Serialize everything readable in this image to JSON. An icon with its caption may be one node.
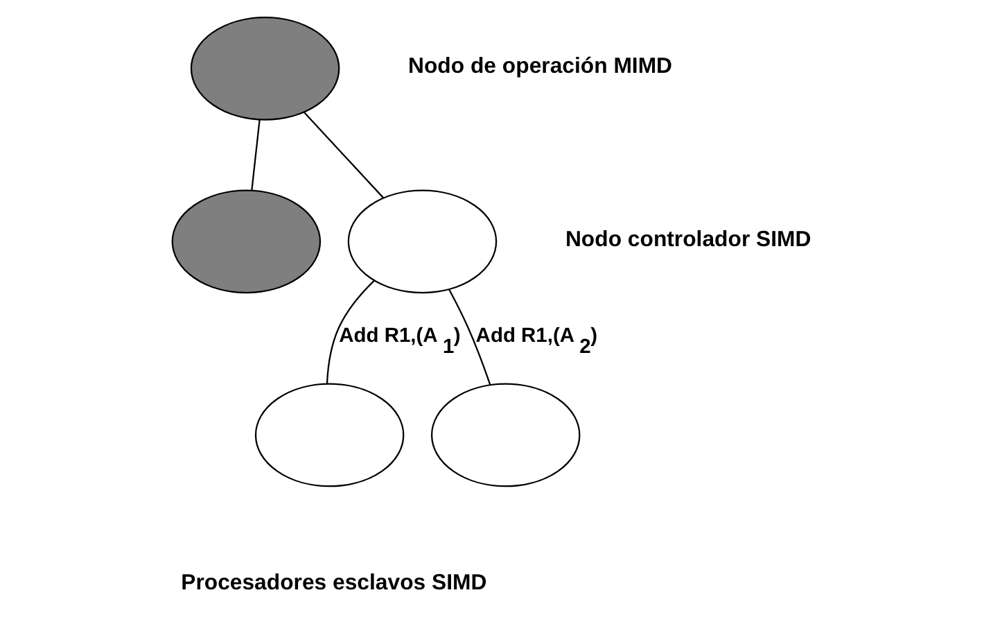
{
  "diagram": {
    "nodes": [
      {
        "text": [],
        "shape": "ellipse",
        "beside": [
          "Nodo de operación MIMD"
        ]
      },
      {
        "text": [],
        "shape": "ellipse"
      },
      {
        "text": [],
        "shape": "ellipse",
        "beside": [
          "Nodo controlador SIMD"
        ]
      },
      {
        "text": [],
        "shape": "ellipse"
      },
      {
        "text": [],
        "shape": "ellipse"
      }
    ],
    "edges": [
      {
        "from": 0,
        "to": 1,
        "arrow": "none"
      },
      {
        "from": 0,
        "to": 2,
        "arrow": "none"
      },
      {
        "from": 2,
        "to": 3,
        "arrow": "none",
        "label": "Add R1,(A$_{1}$)"
      },
      {
        "from": 2,
        "to": 4,
        "arrow": "none",
        "label": "Add R1,(A$_{2}$)"
      }
    ],
    "labels": [
      "Procesadores esclavos SIMD"
    ]
  }
}
